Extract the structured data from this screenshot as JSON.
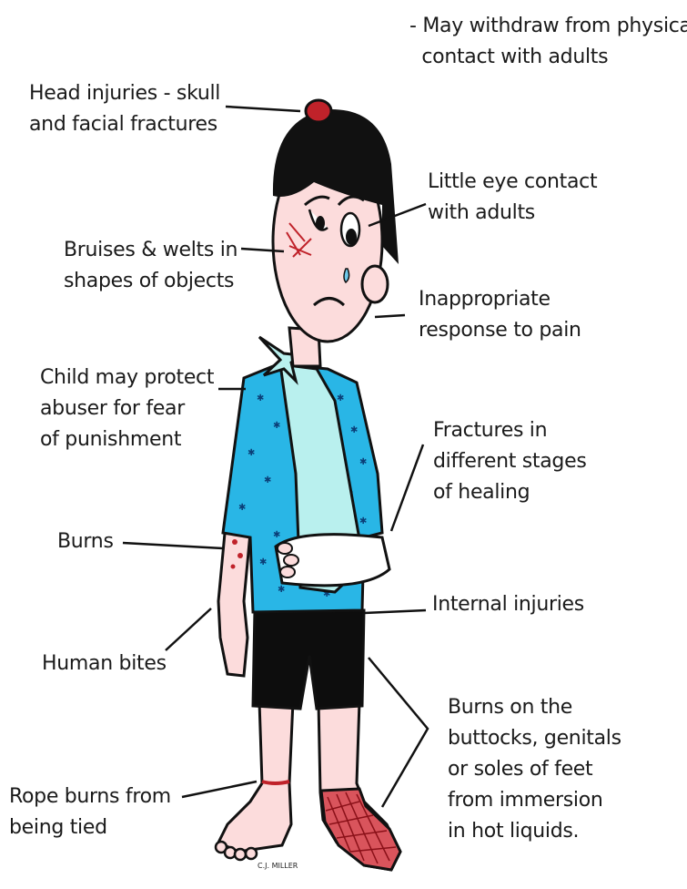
{
  "labels": {
    "withdraw": "- May withdraw from physical\n  contact with adults",
    "head": "Head injuries - skull\nand facial fractures",
    "eye": "Little eye contact\nwith adults",
    "bruises": "Bruises & welts in\nshapes of objects",
    "pain": "Inappropriate\nresponse to pain",
    "protect": "Child may protect\nabuser for fear\nof punishment",
    "fractures": "Fractures in\ndifferent stages\nof healing",
    "burns": "Burns",
    "internal": "Internal injuries",
    "bites": "Human bites",
    "burns_lower": "Burns on the\nbuttocks, genitals\nor soles of feet\nfrom immersion\nin hot liquids.",
    "rope": "Rope burns from\nbeing tied"
  },
  "artist_signature": "C.J. MILLER",
  "colors": {
    "skin": "#fcdcdc",
    "hair": "#111111",
    "shirt": "#29b6e6",
    "sling": "#b9f0ee",
    "shorts": "#0d0d0d",
    "injury": "#c0222a",
    "tear": "#6ec8ea"
  },
  "icons": [
    "bandage-knot-icon",
    "cast-icon"
  ]
}
